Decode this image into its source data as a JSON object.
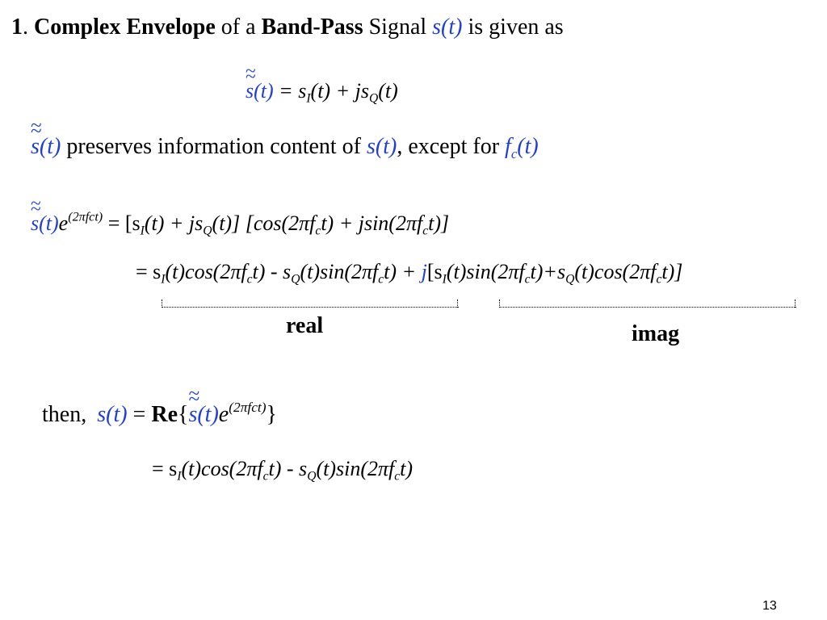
{
  "title": {
    "number": "1",
    "sep": ". ",
    "bold1": "Complex Envelope",
    "plain1": " of a ",
    "bold2": "Band-Pass",
    "plain2": " Signal ",
    "sig": "s(t)",
    "plain3": " is given as"
  },
  "eq1": {
    "sym": "s",
    "lhs_arg": "(t)",
    "rest_a": " = s",
    "sub_i": "I",
    "rest_b": "(t) + js",
    "sub_q": "Q",
    "rest_c": "(t)"
  },
  "line2": {
    "sym": "s",
    "arg": "(t)",
    "text1": " preserves information content of ",
    "sig": "s(t)",
    "text2": ", except for ",
    "fc_f": "f",
    "fc_sub": "c",
    "fc_arg": "(t)"
  },
  "eq2": {
    "sym": "s",
    "arg": "(t)",
    "e": "e",
    "exp": "(2πfct)",
    "eq_a": " = [s",
    "sub_i": "I",
    "eq_b": "(t) + js",
    "sub_q": "Q",
    "eq_c": "(t)] [cos(2πf",
    "sub_c1": "c",
    "eq_d": "t) + jsin(2πf",
    "sub_c2": "c",
    "eq_e": "t)]"
  },
  "eq3": {
    "p1": "= s",
    "s1": "I",
    "p2": "(t)cos(2πf",
    "s2": "c",
    "p3": "t) - s",
    "s3": "Q",
    "p4": "(t)sin(2πf",
    "s4": "c",
    "p5": "t) + ",
    "j": "j",
    "p6": "[s",
    "s5": "I",
    "p7": "(t)sin(2πf",
    "s6": "c",
    "p8": "t)+s",
    "s7": "Q",
    "p9": "(t)cos(2πf",
    "s8": "c",
    "p10": "t)]"
  },
  "labels": {
    "real": "real",
    "imag": "imag"
  },
  "eq4": {
    "then": "then,",
    "sig": "s(t)",
    "eq": " = ",
    "re": "Re",
    "lbrace": "{",
    "sym": "s",
    "arg": "(t)",
    "e": "e",
    "exp": "(2πfct)",
    "rbrace": "}"
  },
  "eq5": {
    "p1": "= s",
    "s1": "I",
    "p2": "(t)cos(2πf",
    "s2": "c",
    "p3": "t) - s",
    "s3": "Q",
    "p4": "(t)sin(2πf",
    "s4": "c",
    "p5": "t)"
  },
  "page_number": "13"
}
